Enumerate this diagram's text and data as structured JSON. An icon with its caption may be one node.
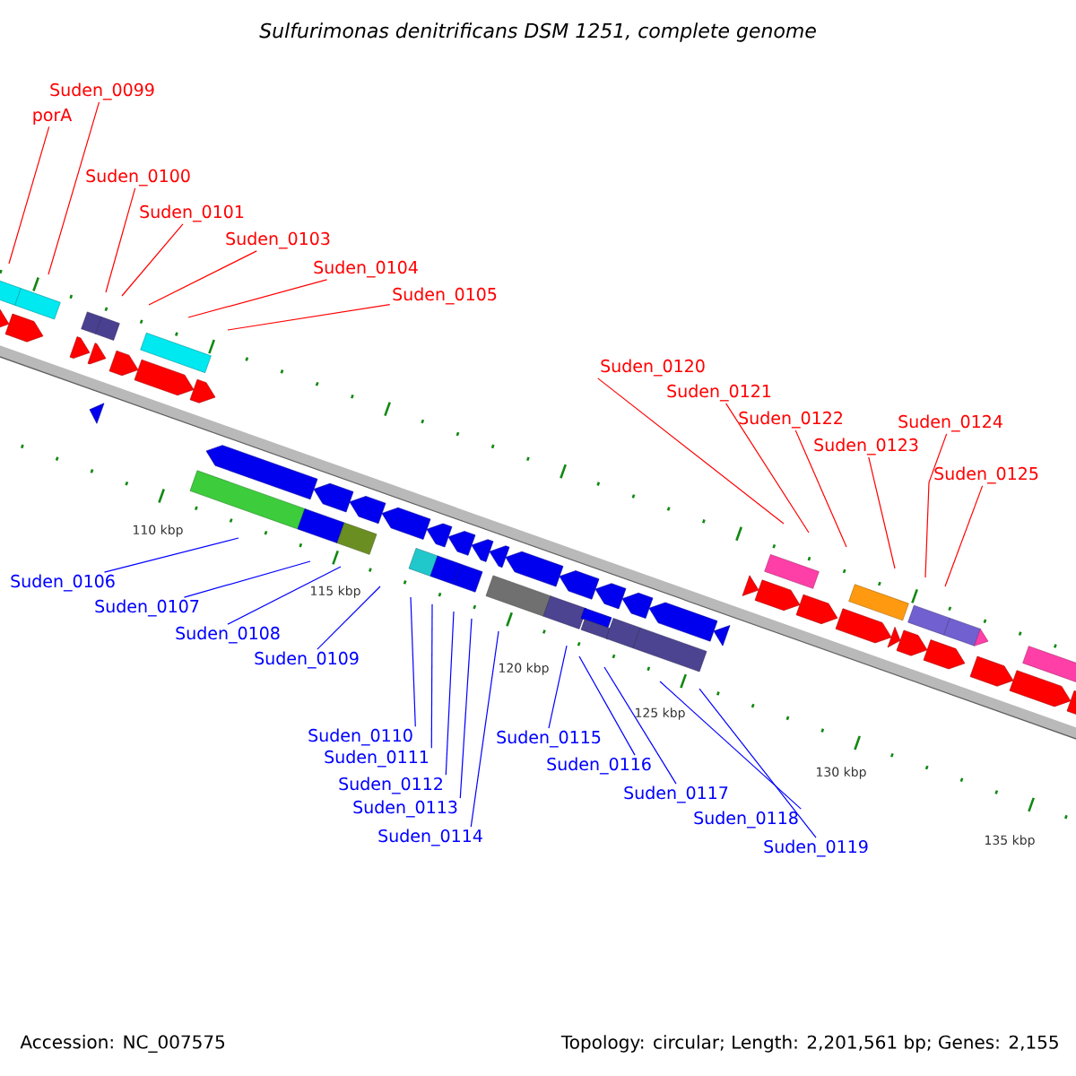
{
  "diagram": {
    "title": "Sulfurimonas denitrificans DSM 1251, complete genome",
    "nodes": [
      {
        "text": [
          "porA"
        ]
      },
      {
        "text": [
          "Suden_0099"
        ]
      },
      {
        "text": [
          "Suden_0100"
        ]
      },
      {
        "text": [
          "Suden_0101"
        ]
      },
      {
        "text": [
          "Suden_0103"
        ]
      },
      {
        "text": [
          "Suden_0104"
        ]
      },
      {
        "text": [
          "Suden_0105"
        ]
      },
      {
        "text": [
          "Suden_0120"
        ]
      },
      {
        "text": [
          "Suden_0121"
        ]
      },
      {
        "text": [
          "Suden_0122"
        ]
      },
      {
        "text": [
          "Suden_0123"
        ]
      },
      {
        "text": [
          "Suden_0124"
        ]
      },
      {
        "text": [
          "Suden_0125"
        ]
      },
      {
        "text": [
          "Suden_0106"
        ]
      },
      {
        "text": [
          "Suden_0107"
        ]
      },
      {
        "text": [
          "Suden_0108"
        ]
      },
      {
        "text": [
          "Suden_0109"
        ]
      },
      {
        "text": [
          "Suden_0110"
        ]
      },
      {
        "text": [
          "Suden_0111"
        ]
      },
      {
        "text": [
          "Suden_0112"
        ]
      },
      {
        "text": [
          "Suden_0113"
        ]
      },
      {
        "text": [
          "Suden_0114"
        ]
      },
      {
        "text": [
          "Suden_0115"
        ]
      },
      {
        "text": [
          "Suden_0116"
        ]
      },
      {
        "text": [
          "Suden_0117"
        ]
      },
      {
        "text": [
          "Suden_0118"
        ]
      },
      {
        "text": [
          "Suden_0119"
        ]
      }
    ],
    "edges": [
      {
        "from": 0,
        "to": null,
        "arrow": "none",
        "color": "#ff0000"
      },
      {
        "from": 1,
        "to": null,
        "arrow": "none",
        "color": "#ff0000"
      },
      {
        "from": 2,
        "to": null,
        "arrow": "none",
        "color": "#ff0000"
      },
      {
        "from": 3,
        "to": null,
        "arrow": "none",
        "color": "#ff0000"
      },
      {
        "from": 4,
        "to": null,
        "arrow": "none",
        "color": "#ff0000"
      },
      {
        "from": 5,
        "to": null,
        "arrow": "none",
        "color": "#ff0000"
      },
      {
        "from": 6,
        "to": null,
        "arrow": "none",
        "color": "#ff0000"
      },
      {
        "from": 7,
        "to": null,
        "arrow": "none",
        "color": "#ff0000"
      },
      {
        "from": 8,
        "to": null,
        "arrow": "none",
        "color": "#ff0000"
      },
      {
        "from": 9,
        "to": null,
        "arrow": "none",
        "color": "#ff0000"
      },
      {
        "from": 10,
        "to": null,
        "arrow": "none",
        "color": "#ff0000"
      },
      {
        "from": 11,
        "to": null,
        "arrow": "none",
        "color": "#ff0000"
      },
      {
        "from": 12,
        "to": null,
        "arrow": "none",
        "color": "#ff0000"
      },
      {
        "from": 13,
        "to": null,
        "arrow": "none"
      },
      {
        "from": 14,
        "to": null,
        "arrow": "none"
      },
      {
        "from": 15,
        "to": null,
        "arrow": "none"
      },
      {
        "from": 16,
        "to": null,
        "arrow": "none"
      },
      {
        "from": 17,
        "to": null,
        "arrow": "none"
      },
      {
        "from": 18,
        "to": null,
        "arrow": "none"
      },
      {
        "from": 19,
        "to": null,
        "arrow": "none"
      },
      {
        "from": 20,
        "to": null,
        "arrow": "none"
      },
      {
        "from": 21,
        "to": null,
        "arrow": "none"
      },
      {
        "from": 22,
        "to": null,
        "arrow": "none"
      },
      {
        "from": 23,
        "to": null,
        "arrow": "none"
      },
      {
        "from": 24,
        "to": null,
        "arrow": "none"
      },
      {
        "from": 25,
        "to": null,
        "arrow": "none"
      },
      {
        "from": 26,
        "to": null,
        "arrow": "none"
      }
    ],
    "labels": [
      "110 kbp",
      "115 kbp",
      "120 kbp",
      "125 kbp",
      "130 kbp",
      "135 kbp",
      "Accession: NC_007575",
      "Topology: circular; Length: 2,201,561 bp; Genes: 2,155"
    ]
  }
}
